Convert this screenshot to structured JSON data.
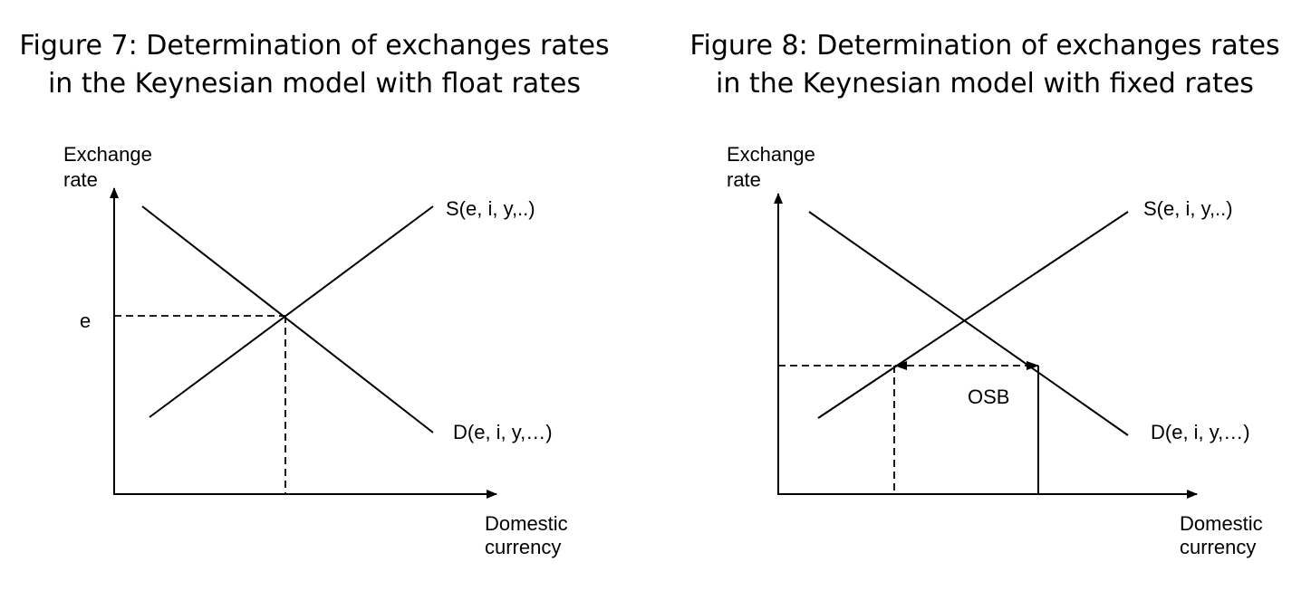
{
  "figure7": {
    "title_line1": "Figure 7: Determination of exchanges rates",
    "title_line2": "in the Keynesian model with float rates",
    "y_axis_label_line1": "Exchange",
    "y_axis_label_line2": "rate",
    "x_axis_label_line1": "Domestic",
    "x_axis_label_line2": "currency",
    "supply_label": "S(e, i, y,..)",
    "demand_label": "D(e, i, y,…)",
    "equilibrium_label": "e"
  },
  "figure8": {
    "title_line1": "Figure 8: Determination of exchanges rates",
    "title_line2": "in the Keynesian model with fixed rates",
    "y_axis_label_line1": "Exchange",
    "y_axis_label_line2": "rate",
    "x_axis_label_line1": "Domestic",
    "x_axis_label_line2": "currency",
    "supply_label": "S(e, i, y,..)",
    "demand_label": "D(e, i, y,…)",
    "gap_label": "OSB"
  }
}
